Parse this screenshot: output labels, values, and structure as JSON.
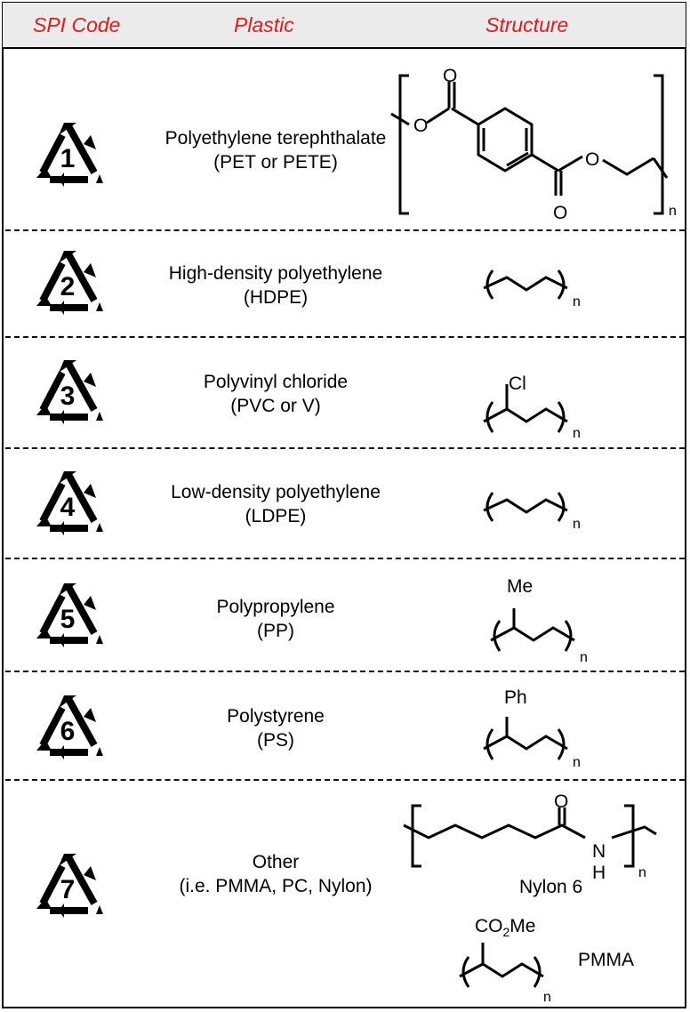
{
  "header": {
    "col_code": "SPI Code",
    "col_plastic": "Plastic",
    "col_structure": "Structure",
    "accent": "#e41a1c"
  },
  "rows": [
    {
      "code": "1",
      "name": "Polyethylene terephthalate",
      "abbr": "(PET or PETE)",
      "icon": "recycle-triangle-icon"
    },
    {
      "code": "2",
      "name": "High-density polyethylene",
      "abbr": "(HDPE)",
      "icon": "recycle-triangle-icon"
    },
    {
      "code": "3",
      "name": "Polyvinyl chloride",
      "abbr": "(PVC or V)",
      "icon": "recycle-triangle-icon",
      "substituent": "Cl"
    },
    {
      "code": "4",
      "name": "Low-density polyethylene",
      "abbr": "(LDPE)",
      "icon": "recycle-triangle-icon"
    },
    {
      "code": "5",
      "name": "Polypropylene",
      "abbr": "(PP)",
      "icon": "recycle-triangle-icon",
      "substituent": "Me"
    },
    {
      "code": "6",
      "name": "Polystyrene",
      "abbr": "(PS)",
      "icon": "recycle-triangle-icon",
      "substituent": "Ph"
    },
    {
      "code": "7",
      "name": "Other",
      "abbr": "(i.e. PMMA, PC, Nylon)",
      "icon": "recycle-triangle-icon"
    }
  ],
  "structures": {
    "repeat_n": "n",
    "oxygen": "O",
    "nitrogen": "N",
    "hydrogen": "H",
    "nylon_label": "Nylon 6",
    "pmma_label": "PMMA",
    "pmma_substituent_a": "CO",
    "pmma_substituent_sub": "2",
    "pmma_substituent_b": "Me"
  }
}
